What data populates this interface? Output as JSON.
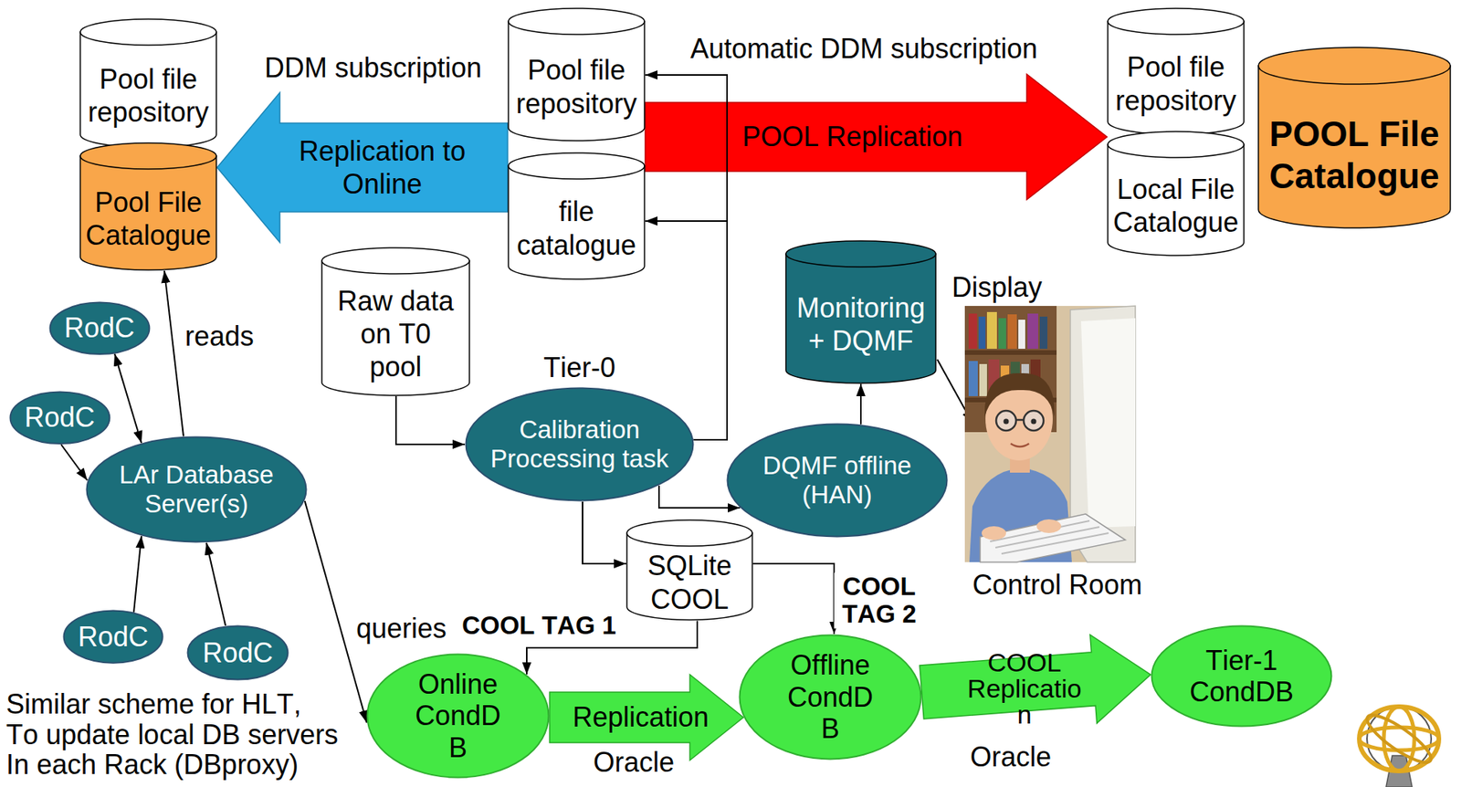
{
  "diagram": {
    "nodes": [
      {
        "text": [
          "Pool file repository"
        ]
      },
      {
        "text": [
          "Pool File Catalogue"
        ]
      },
      {
        "text": [
          "Pool file repository"
        ]
      },
      {
        "text": [
          "file catalogue"
        ]
      },
      {
        "text": [
          "Pool file repository"
        ]
      },
      {
        "text": [
          "Local File Catalogue"
        ]
      },
      {
        "text": [
          "POOL File Catalogue"
        ]
      },
      {
        "text": [
          "Raw data on T0 pool"
        ]
      },
      {
        "text": [
          "Monitoring + DQMF"
        ]
      },
      {
        "text": [
          "Tier-0",
          "Calibration Processing task"
        ]
      },
      {
        "text": [
          "DQMF offline (HAN)"
        ]
      },
      {
        "text": [
          "SQLite COOL"
        ]
      },
      {
        "text": [
          "RodC"
        ]
      },
      {
        "text": [
          "RodC"
        ]
      },
      {
        "text": [
          "LAr Database Server(s)"
        ]
      },
      {
        "text": [
          "RodC"
        ]
      },
      {
        "text": [
          "RodC"
        ]
      },
      {
        "text": [
          "Online CondD B"
        ]
      },
      {
        "text": [
          "Offline CondD B"
        ]
      },
      {
        "text": [
          "Tier-1 CondDB"
        ]
      }
    ],
    "edges": [
      {
        "from": 7,
        "to": 9,
        "arrow": "to"
      },
      {
        "from": 9,
        "to": 2,
        "arrow": "to"
      },
      {
        "from": 9,
        "to": 3,
        "arrow": "to"
      },
      {
        "from": 9,
        "to": 11,
        "arrow": "to"
      },
      {
        "from": 9,
        "to": 10,
        "arrow": "to"
      },
      {
        "from": 10,
        "to": 8,
        "arrow": "to"
      },
      {
        "from": 2,
        "to": 1,
        "label": "Replication to Online",
        "arrow": "to"
      },
      {
        "from": 2,
        "to": 4,
        "label": "POOL Replication",
        "arrow": "to"
      },
      {
        "from": 14,
        "to": 1,
        "label": "reads",
        "arrow": "to"
      },
      {
        "from": 12,
        "to": 14,
        "arrow": "both"
      },
      {
        "from": 13,
        "to": 14,
        "arrow": "to"
      },
      {
        "from": 15,
        "to": 14,
        "arrow": "to"
      },
      {
        "from": 16,
        "to": 14,
        "arrow": "to"
      },
      {
        "from": 14,
        "to": 17,
        "label": "queries",
        "arrow": "to"
      },
      {
        "from": 11,
        "to": 17,
        "label": "COOL TAG 1",
        "arrow": "to"
      },
      {
        "from": 11,
        "to": 18,
        "label": "COOL TAG 2",
        "arrow": "to"
      },
      {
        "from": 17,
        "to": 18,
        "label": "Replication",
        "arrow": "to"
      },
      {
        "from": 18,
        "to": 19,
        "label": "COOL Replicatio n",
        "arrow": "to"
      }
    ],
    "labels": [
      "DDM subscription",
      "Automatic DDM subscription",
      "Display",
      "Control Room",
      "Oracle",
      "Oracle",
      "Similar scheme for HLT, To update local DB servers In each Rack (DBproxy)"
    ]
  }
}
